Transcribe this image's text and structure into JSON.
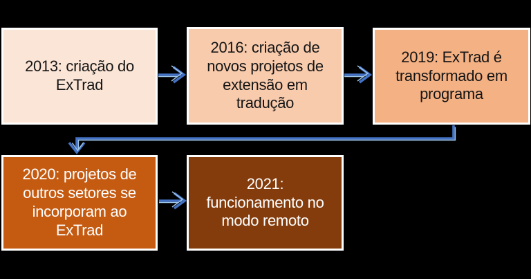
{
  "diagram": {
    "type": "timeline-flowchart",
    "background_color": "#000000",
    "box_border_color": "#FFFFFF",
    "connector_color": "#4472C4",
    "connector_highlight_color": "#9DC3E6",
    "boxes": [
      {
        "year": "2013",
        "label": "2013: criação do\nExTrad",
        "fill": "#FBE5D6",
        "text_color": "#151515"
      },
      {
        "year": "2016",
        "label": "2016: criação de\nnovos projetos de\nextensão em\ntradução",
        "fill": "#F8CBAD",
        "text_color": "#151515"
      },
      {
        "year": "2019",
        "label": "2019: ExTrad é\ntransformado em\nprograma",
        "fill": "#F4B183",
        "text_color": "#151515"
      },
      {
        "year": "2020",
        "label": "2020: projetos de\noutros setores se\nincorporam ao\nExTrad",
        "fill": "#C55A11",
        "text_color": "#FFFFFF"
      },
      {
        "year": "2021",
        "label": "2021:\nfuncionamento no\nmodo remoto",
        "fill": "#843C0C",
        "text_color": "#FFFFFF"
      }
    ],
    "connectors": [
      {
        "from": "2013",
        "to": "2016",
        "shape": "straight-right"
      },
      {
        "from": "2016",
        "to": "2019",
        "shape": "straight-right"
      },
      {
        "from": "2019",
        "to": "2020",
        "shape": "elbow-down-left-down"
      },
      {
        "from": "2020",
        "to": "2021",
        "shape": "straight-right"
      }
    ]
  }
}
